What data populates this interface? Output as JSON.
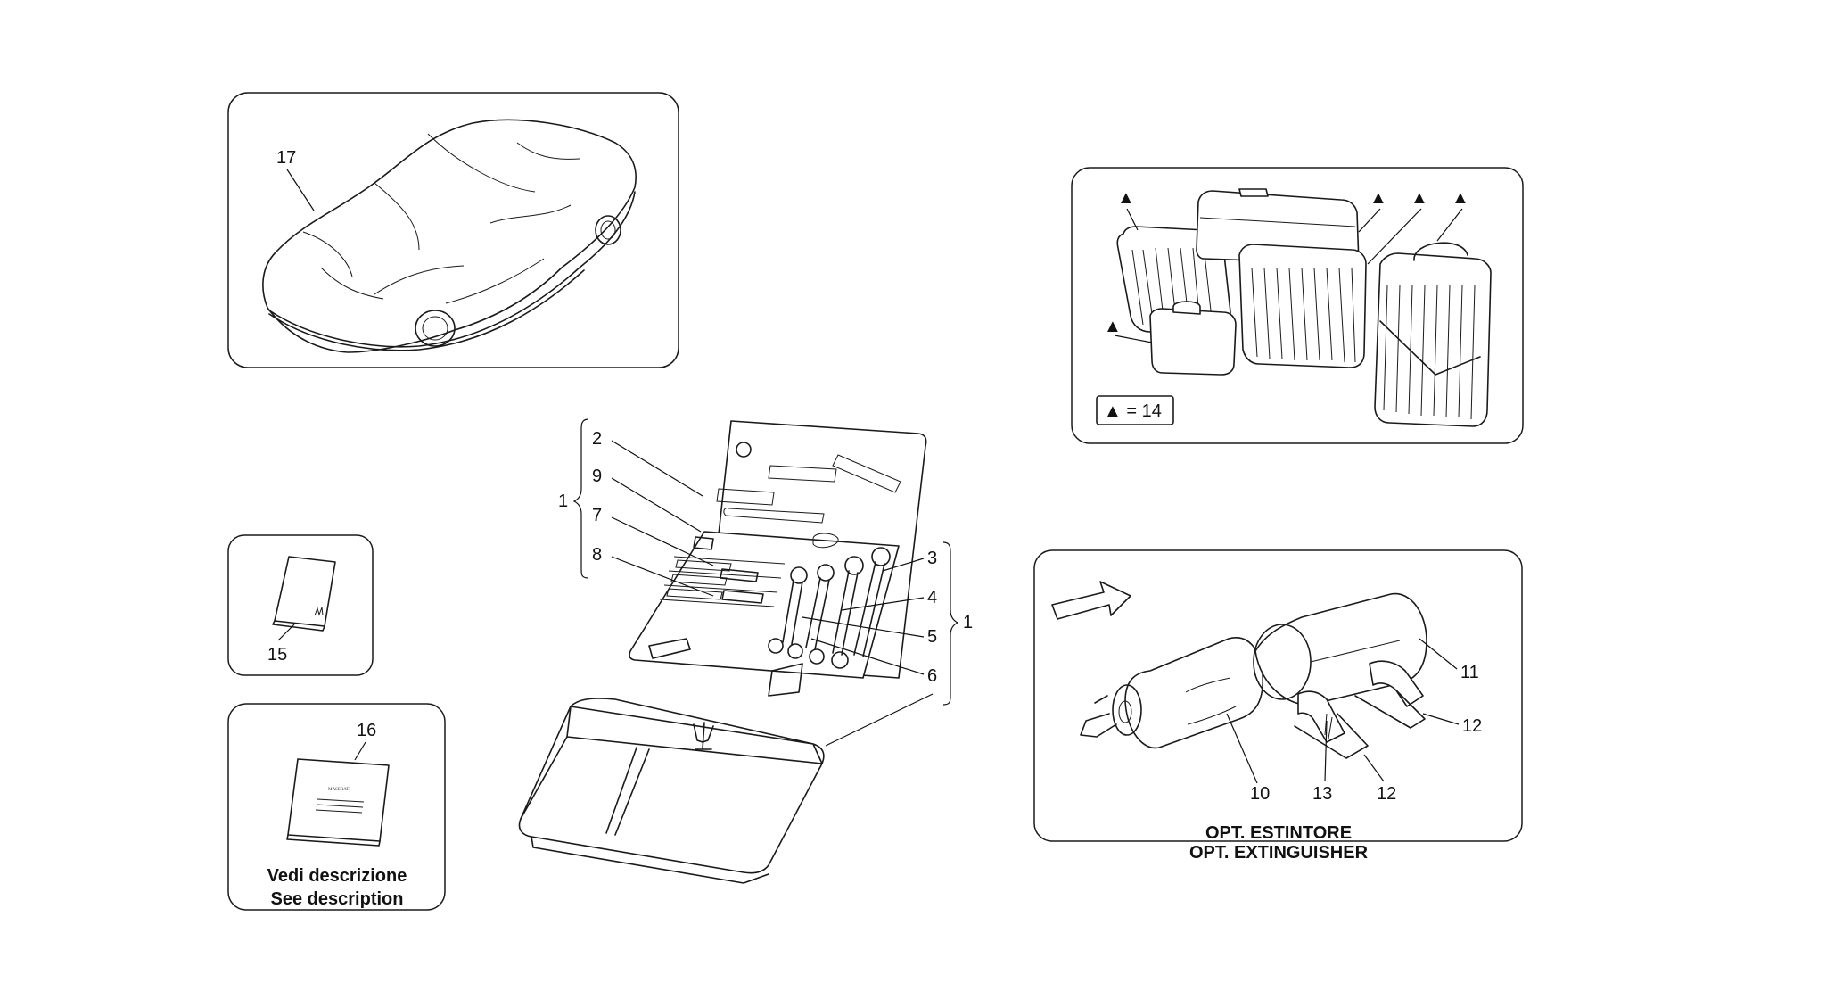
{
  "callouts": {
    "c1a": "1",
    "c1b": "1",
    "c2": "2",
    "c3": "3",
    "c4": "4",
    "c5": "5",
    "c6": "6",
    "c7": "7",
    "c8": "8",
    "c9": "9",
    "c10": "10",
    "c11": "11",
    "c12a": "12",
    "c12b": "12",
    "c13": "13",
    "c15": "15",
    "c16": "16",
    "c17": "17"
  },
  "luggage_legend": "▲ = 14",
  "luggage_marker": "▲",
  "manual_caption": {
    "line1": "Vedi descrizione",
    "line2": "See description"
  },
  "extinguisher_caption": {
    "line1": "OPT. ESTINTORE",
    "line2": "OPT. EXTINGUISHER"
  },
  "manual_cover_text": "MASERATI",
  "icons": [
    "car-cover-icon",
    "luggage-set-icon",
    "toolkit-icon",
    "tool-bag-icon",
    "booklet-icon",
    "manual-icon",
    "extinguisher-icon",
    "arrow-icon",
    "trident-logo-icon"
  ]
}
